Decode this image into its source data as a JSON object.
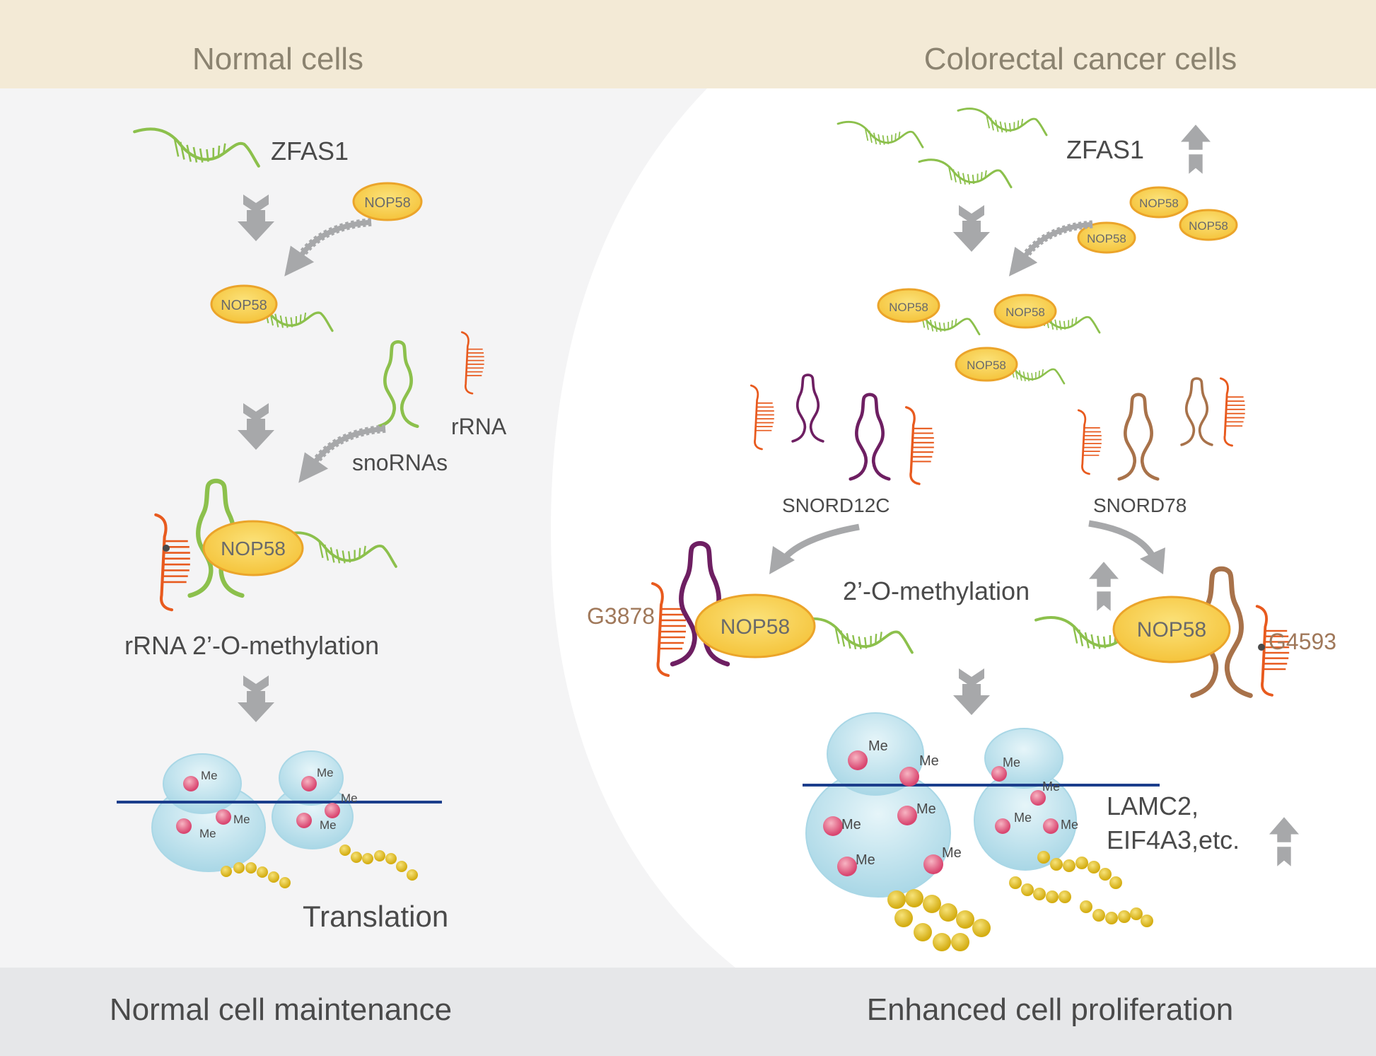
{
  "colors": {
    "header_bg": "#f3ead6",
    "footer_bg": "#e6e7e9",
    "left_panel_bg": "#f4f4f5",
    "header_text": "#8b8370",
    "body_text": "#4a4a4a",
    "arrow_gray": "#a7a8aa",
    "lncrna_green": "#8cc04c",
    "nop58_fill": "#f7cd4a",
    "nop58_stroke": "#eba42a",
    "rrna_orange": "#e85a1e",
    "snord12c_purple": "#6e1f62",
    "snord78_brown": "#a8724a",
    "ribosome_blue": "#bfe3ee",
    "methyl_pink": "#e05c7c",
    "peptide_yellow": "#e6c21c",
    "mrna_navy": "#1b3e8c",
    "site_label": "#a0785a"
  },
  "header": {
    "left_title": "Normal cells",
    "right_title": "Colorectal cancer cells"
  },
  "footer": {
    "left_text": "Normal cell maintenance",
    "right_text": "Enhanced cell proliferation"
  },
  "labels": {
    "zfas1": "ZFAS1",
    "nop58": "NOP58",
    "snornas": "snoRNAs",
    "rrna": "rRNA",
    "rrna_methylation": "rRNA 2’-O-methylation",
    "methylation": "2’-O-methylation",
    "translation": "Translation",
    "snord12c": "SNORD12C",
    "snord78": "SNORD78",
    "site_g3878": "G3878",
    "site_g4593": "G4593",
    "targets_line1": "LAMC2,",
    "targets_line2": "EIF4A3,etc.",
    "me": "Me"
  },
  "icons": {
    "down_arrow": "down-arrow-icon",
    "curved_arrow": "curved-arrow-icon",
    "up_arrow": "up-arrow-icon"
  }
}
